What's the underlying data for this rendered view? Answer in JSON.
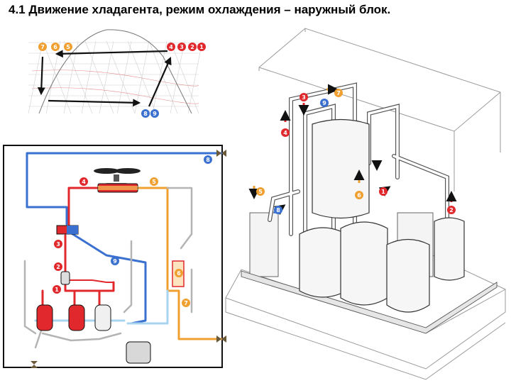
{
  "page": {
    "title": "4.1 Движение хладагента, режим охлаждения – наружный блок."
  },
  "colors": {
    "red": "#e0282d",
    "orange": "#f0a030",
    "blue": "#3a70d0",
    "light_blue": "#a8d4f0",
    "gray": "#b4b4b4"
  },
  "ph_diagram": {
    "badges": [
      {
        "label": "7",
        "color": "orange"
      },
      {
        "label": "6",
        "color": "orange"
      },
      {
        "label": "5",
        "color": "orange"
      },
      {
        "label": "4",
        "color": "red"
      },
      {
        "label": "3",
        "color": "red"
      },
      {
        "label": "2",
        "color": "red"
      },
      {
        "label": "1",
        "color": "red"
      },
      {
        "label": "8",
        "color": "blue"
      },
      {
        "label": "9",
        "color": "blue"
      }
    ]
  },
  "schematic": {
    "badges": [
      {
        "label": "8",
        "color": "blue"
      },
      {
        "label": "4",
        "color": "red"
      },
      {
        "label": "5",
        "color": "orange"
      },
      {
        "label": "3",
        "color": "red"
      },
      {
        "label": "9",
        "color": "blue"
      },
      {
        "label": "2",
        "color": "red"
      },
      {
        "label": "6",
        "color": "orange"
      },
      {
        "label": "1",
        "color": "red"
      },
      {
        "label": "7",
        "color": "orange"
      }
    ]
  },
  "unit_3d": {
    "badges": [
      {
        "label": "3",
        "color": "red"
      },
      {
        "label": "7",
        "color": "orange"
      },
      {
        "label": "9",
        "color": "blue"
      },
      {
        "label": "4",
        "color": "red"
      },
      {
        "label": "5",
        "color": "orange"
      },
      {
        "label": "8",
        "color": "blue"
      },
      {
        "label": "6",
        "color": "orange"
      },
      {
        "label": "1",
        "color": "red"
      },
      {
        "label": "2",
        "color": "red"
      }
    ]
  }
}
